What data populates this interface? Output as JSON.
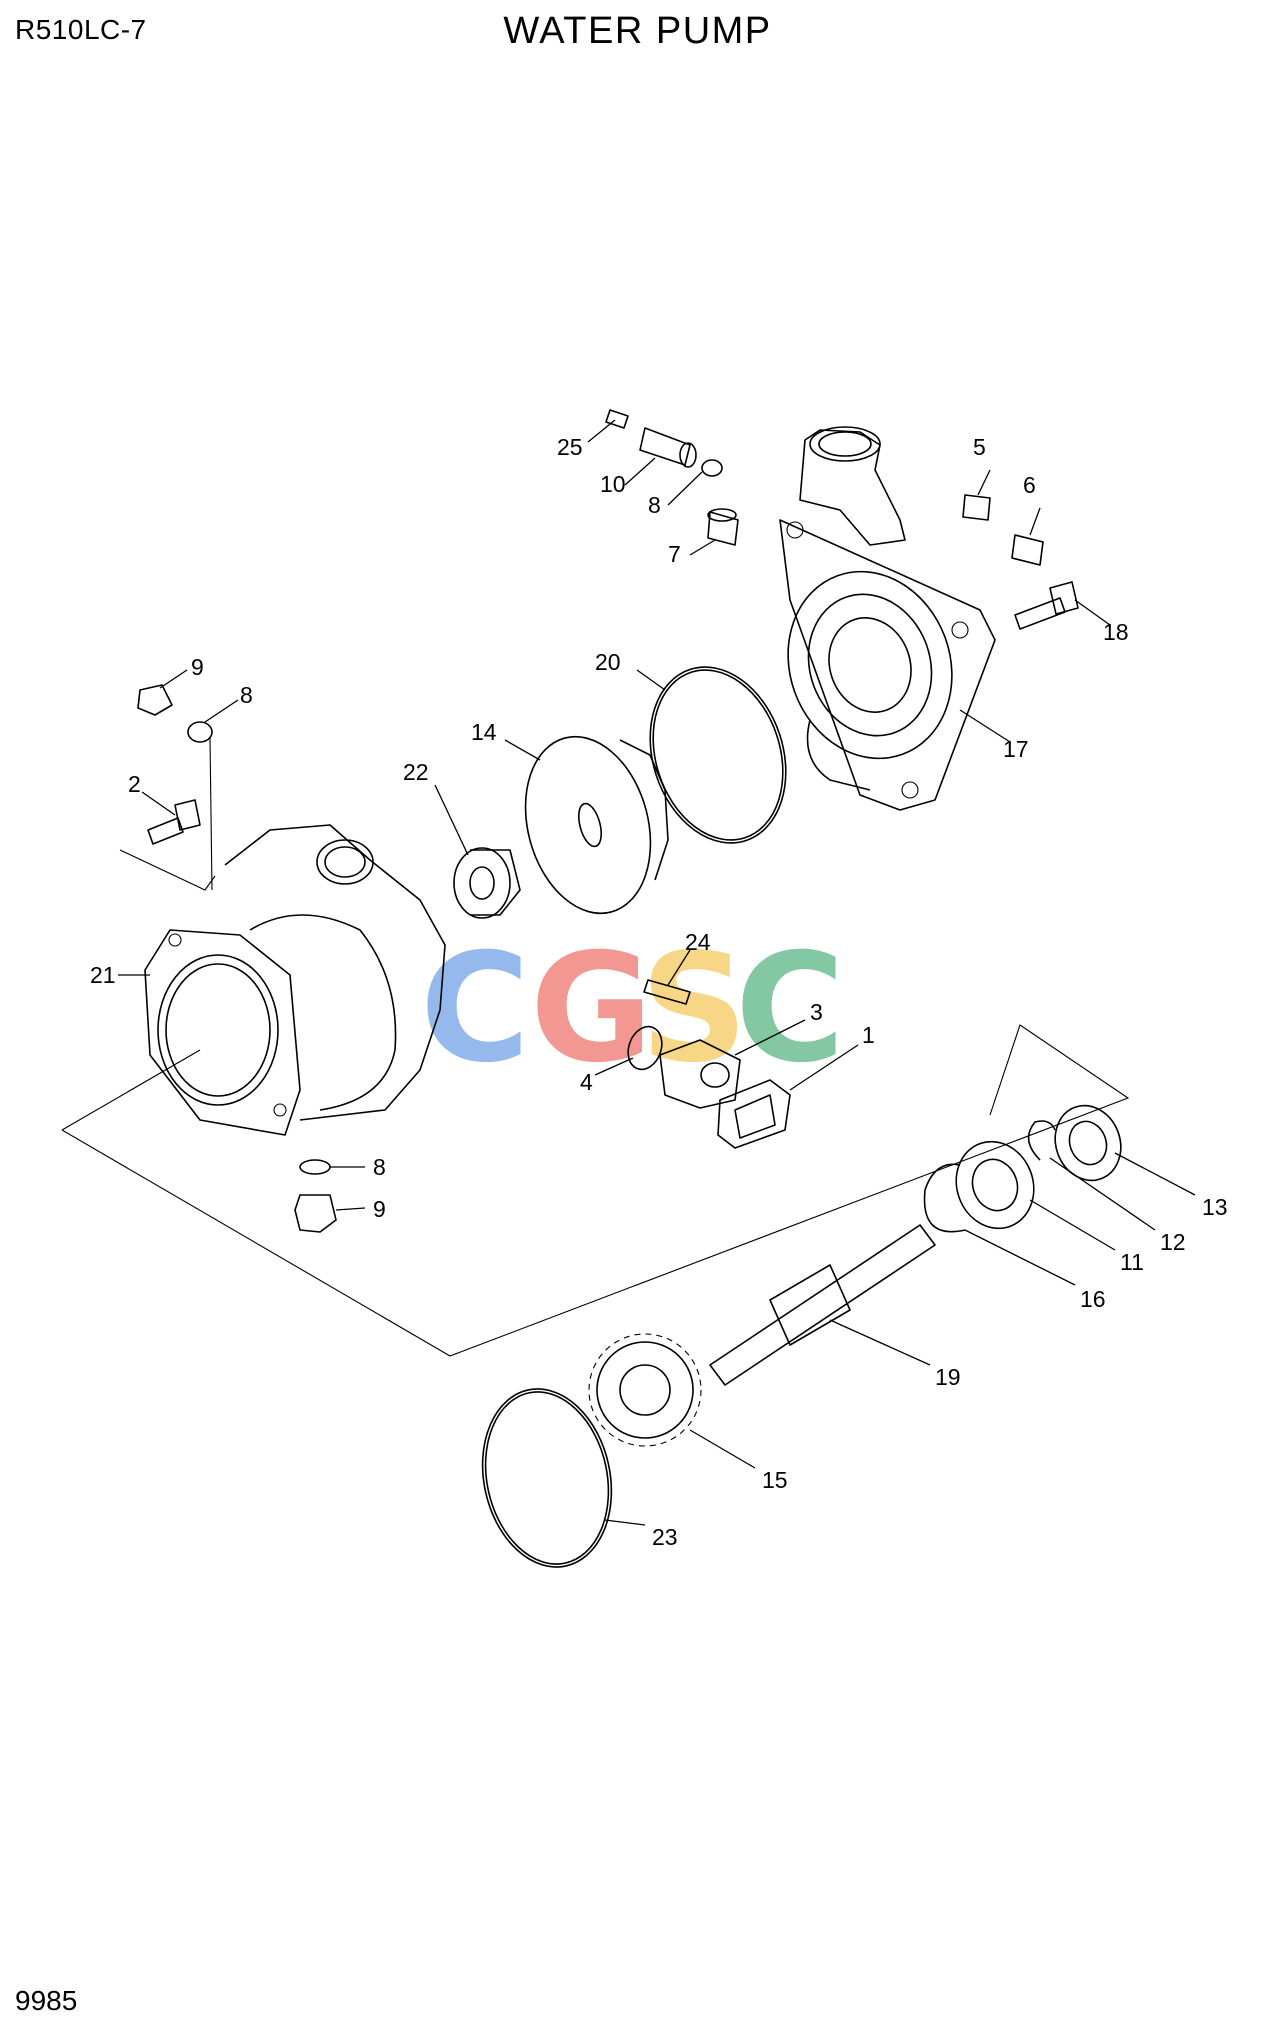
{
  "header": {
    "model": "R510LC-7",
    "title": "WATER PUMP"
  },
  "footer": {
    "page_number": "9985"
  },
  "watermark": {
    "letters": [
      "C",
      "G",
      "S",
      "C"
    ],
    "colors": [
      "#3f7fe0",
      "#e8433a",
      "#f2b824",
      "#1f9a58"
    ]
  },
  "callouts": [
    {
      "id": "c25",
      "label": "25"
    },
    {
      "id": "c10",
      "label": "10"
    },
    {
      "id": "c8a",
      "label": "8"
    },
    {
      "id": "c7",
      "label": "7"
    },
    {
      "id": "c5",
      "label": "5"
    },
    {
      "id": "c6",
      "label": "6"
    },
    {
      "id": "c18",
      "label": "18"
    },
    {
      "id": "c17",
      "label": "17"
    },
    {
      "id": "c20",
      "label": "20"
    },
    {
      "id": "c14",
      "label": "14"
    },
    {
      "id": "c22",
      "label": "22"
    },
    {
      "id": "c9a",
      "label": "9"
    },
    {
      "id": "c8b",
      "label": "8"
    },
    {
      "id": "c2",
      "label": "2"
    },
    {
      "id": "c21",
      "label": "21"
    },
    {
      "id": "c24",
      "label": "24"
    },
    {
      "id": "c3",
      "label": "3"
    },
    {
      "id": "c1",
      "label": "1"
    },
    {
      "id": "c4",
      "label": "4"
    },
    {
      "id": "c8c",
      "label": "8"
    },
    {
      "id": "c9b",
      "label": "9"
    },
    {
      "id": "c13",
      "label": "13"
    },
    {
      "id": "c12",
      "label": "12"
    },
    {
      "id": "c11",
      "label": "11"
    },
    {
      "id": "c16",
      "label": "16"
    },
    {
      "id": "c19",
      "label": "19"
    },
    {
      "id": "c15",
      "label": "15"
    },
    {
      "id": "c23",
      "label": "23"
    }
  ]
}
